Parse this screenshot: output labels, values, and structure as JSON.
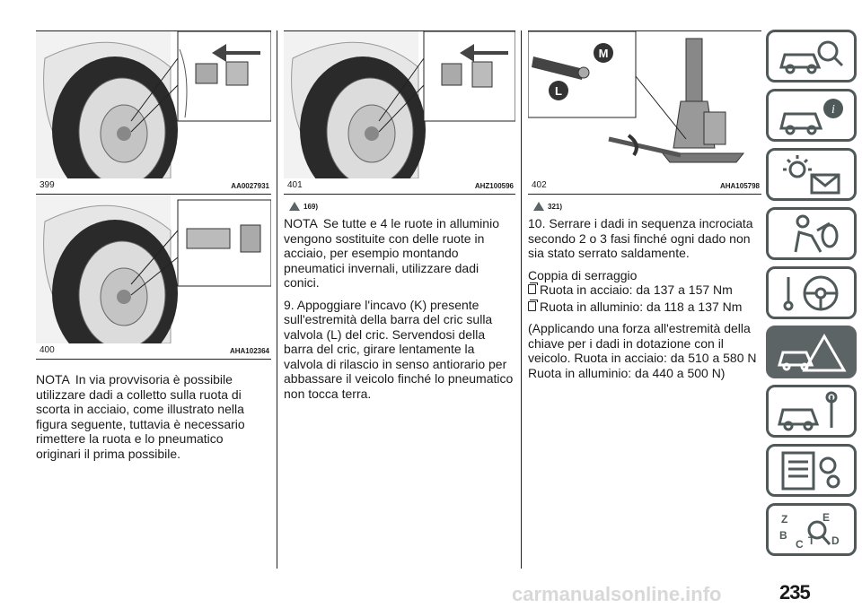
{
  "figures": [
    {
      "number": "399",
      "code": "AA0027931"
    },
    {
      "number": "400",
      "code": "AHA102364"
    },
    {
      "number": "401",
      "code": "AHZ100596"
    },
    {
      "number": "402",
      "code": "AHA105798"
    }
  ],
  "figure402_labels": {
    "m": "M",
    "l": "L"
  },
  "col1": {
    "note_label": "NOTA",
    "note_text": "In via provvisoria è possibile utilizzare dadi a colletto sulla ruota di scorta in acciaio, come illustrato nella figura seguente, tuttavia è necessario rimettere la ruota e lo pneumatico originari il prima possibile."
  },
  "col2": {
    "warning_ref": "169)",
    "note_label": "NOTA",
    "note_text": "Se tutte e 4 le ruote in alluminio vengono sostituite con delle ruote in acciaio, per esempio montando pneumatici invernali, utilizzare dadi conici.",
    "step9": "9. Appoggiare l'incavo (K) presente sull'estremità della barra del cric sulla valvola (L) del cric. Servendosi della barra del cric, girare lentamente la valvola di rilascio in senso antiorario per abbassare il veicolo finché lo pneumatico non tocca terra."
  },
  "col3": {
    "warning_ref": "321)",
    "step10": "10. Serrare i dadi in sequenza incrociata secondo 2 o 3 fasi finché ogni dado non sia stato serrato saldamente.",
    "torque_title": "Coppia di serraggio",
    "torque_items": [
      "Ruota in acciaio: da 137 a 157 Nm",
      "Ruota in alluminio: da 118 a 137 Nm"
    ],
    "force_text": "(Applicando una forza all'estremità della chiave per i dadi in dotazione con il veicolo. Ruota in acciaio: da 510 a 580 N Ruota in alluminio: da 440 a 500 N)"
  },
  "page_number": "235",
  "watermark": "carmanualsonline.info",
  "sidebar": {
    "tabs": [
      {
        "name": "dashboard-tab",
        "icon": "car-search-icon",
        "active": false
      },
      {
        "name": "know-car-tab",
        "icon": "car-info-icon",
        "active": false
      },
      {
        "name": "lights-messages-tab",
        "icon": "light-envelope-icon",
        "active": false
      },
      {
        "name": "safety-tab",
        "icon": "airbag-person-icon",
        "active": false
      },
      {
        "name": "driving-tab",
        "icon": "steering-wheel-icon",
        "active": false
      },
      {
        "name": "emergency-tab",
        "icon": "warning-car-icon",
        "active": true
      },
      {
        "name": "maintenance-tab",
        "icon": "car-wrench-icon",
        "active": false
      },
      {
        "name": "technical-data-tab",
        "icon": "spec-gear-icon",
        "active": false
      },
      {
        "name": "index-tab",
        "icon": "alphabet-index-icon",
        "active": false
      }
    ]
  }
}
